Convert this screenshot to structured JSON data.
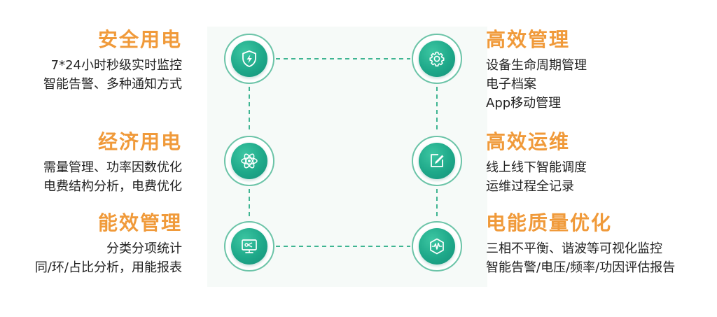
{
  "features": [
    {
      "title": "安全用电",
      "lines": [
        "7*24小时秒级实时监控",
        "智能告警、多种通知方式"
      ],
      "icon": "shield-lightning-icon"
    },
    {
      "title": "经济用电",
      "lines": [
        "需量管理、功率因数优化",
        "电费结构分析，电费优化"
      ],
      "icon": "atom-icon"
    },
    {
      "title": "能效管理",
      "lines": [
        "分类分项统计",
        "同/环/占比分析，用能报表"
      ],
      "icon": "monitor-chart-icon"
    },
    {
      "title": "高效管理",
      "lines": [
        "设备生命周期管理",
        "电子档案",
        "App移动管理"
      ],
      "icon": "gear-icon"
    },
    {
      "title": "高效运维",
      "lines": [
        "线上线下智能调度",
        "运维过程全记录"
      ],
      "icon": "edit-wrench-icon"
    },
    {
      "title": "电能质量优化",
      "lines": [
        "三相不平衡、谐波等可视化监控",
        "智能告警/电压/频率/功因评估报告"
      ],
      "icon": "waveform-shield-icon"
    }
  ],
  "colors": {
    "title": "#f09a3a",
    "accent": "#1ea889",
    "ring": "#6cc4a8",
    "text": "#222222"
  }
}
